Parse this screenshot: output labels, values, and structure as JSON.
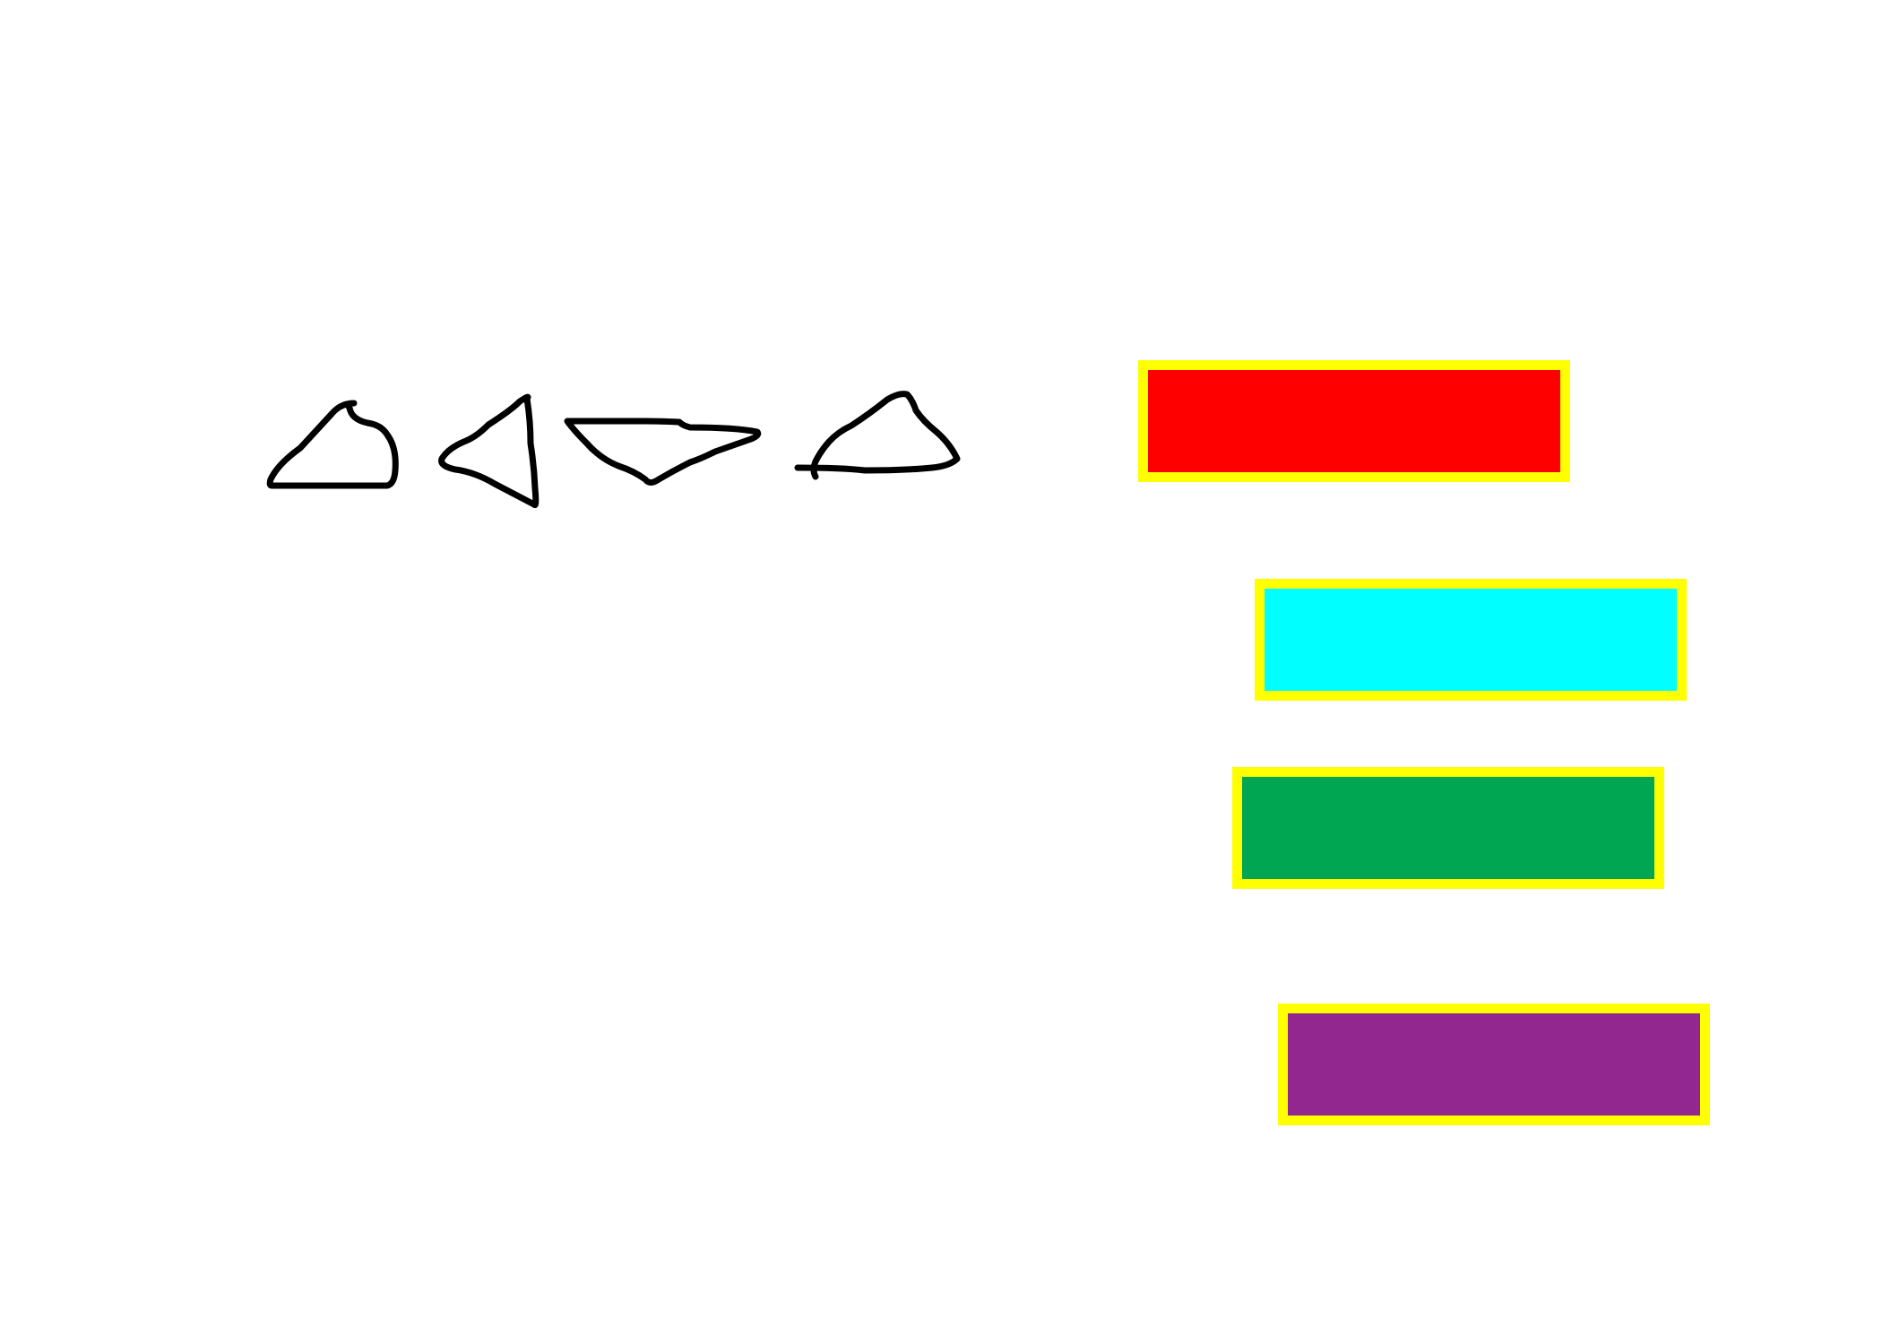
{
  "canvas": {
    "background": "#ffffff"
  },
  "sketches": {
    "stroke_color": "#000000",
    "items": [
      {
        "name": "triangle-up-sketch",
        "kind": "hand-drawn triangle",
        "orientation": "up"
      },
      {
        "name": "triangle-left-sketch",
        "kind": "hand-drawn triangle",
        "orientation": "left"
      },
      {
        "name": "triangle-down-sketch",
        "kind": "hand-drawn triangle",
        "orientation": "down"
      },
      {
        "name": "triangle-up-sketch-2",
        "kind": "hand-drawn triangle",
        "orientation": "up"
      }
    ]
  },
  "blocks": {
    "border_color": "#ffff00",
    "items": [
      {
        "name": "red-block",
        "fill": "#ff0000"
      },
      {
        "name": "cyan-block",
        "fill": "#00ffff"
      },
      {
        "name": "green-block",
        "fill": "#00a651"
      },
      {
        "name": "purple-block",
        "fill": "#92278f"
      }
    ]
  }
}
